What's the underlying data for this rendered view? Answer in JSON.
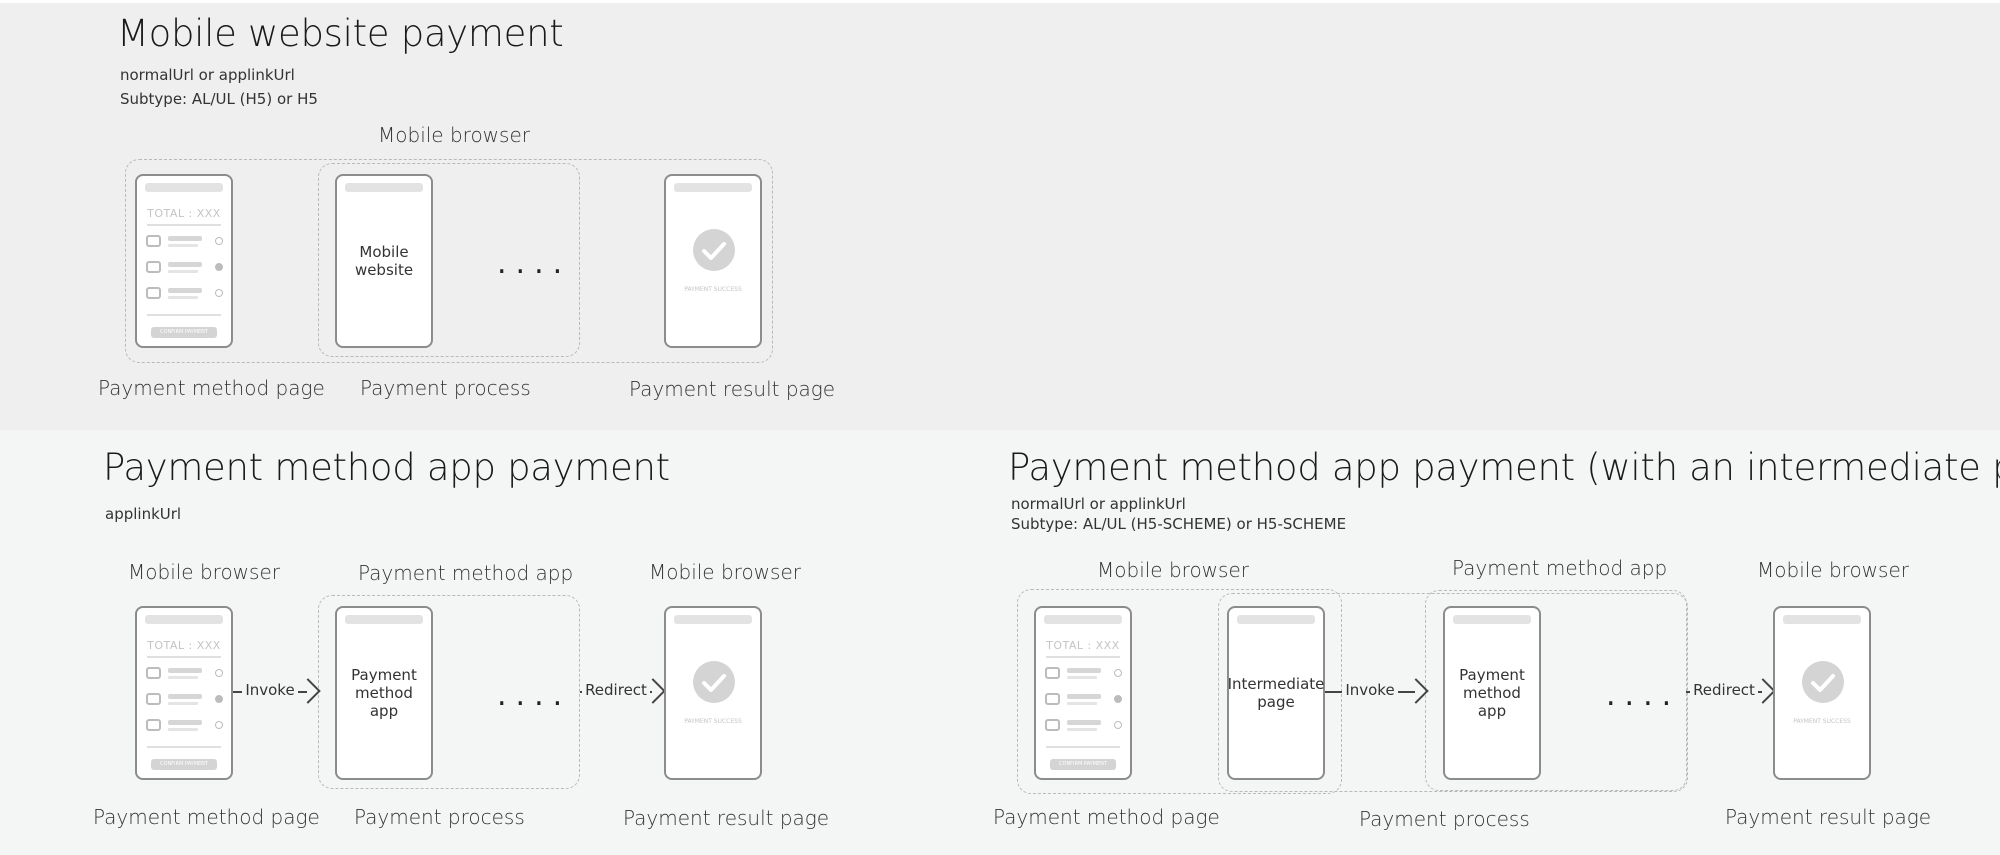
{
  "section1": {
    "title": "Mobile website payment",
    "subtitle_line1": "normalUrl or applinkUrl",
    "subtitle_line2": "Subtype: AL/UL (H5) or H5",
    "group_label": "Mobile browser",
    "method_phone": {
      "total": "TOTAL : XXX",
      "button": "CONFIRM PAYMENT"
    },
    "website_phone_line1": "Mobile",
    "website_phone_line2": "website",
    "dots": "....",
    "result_phone_text": "PAYMENT SUCCESS",
    "label_method": "Payment method page",
    "label_process": "Payment process",
    "label_result": "Payment result page"
  },
  "section2": {
    "title": "Payment method app payment",
    "subtitle_line1": "applinkUrl",
    "group_browser_left": "Mobile browser",
    "group_app": "Payment method app",
    "group_browser_right": "Mobile browser",
    "method_phone": {
      "total": "TOTAL : XXX",
      "button": "CONFIRM PAYMENT"
    },
    "invoke": "Invoke",
    "app_phone_line1": "Payment",
    "app_phone_line2": "method",
    "app_phone_line3": "app",
    "dots": "....",
    "redirect": "Redirect",
    "result_phone_text": "PAYMENT SUCCESS",
    "label_method": "Payment method page",
    "label_process": "Payment process",
    "label_result": "Payment result page"
  },
  "section3": {
    "title": "Payment method app payment (with an intermediate page)",
    "subtitle_line1": "normalUrl or applinkUrl",
    "subtitle_line2": "Subtype: AL/UL (H5-SCHEME) or H5-SCHEME",
    "group_browser_left": "Mobile browser",
    "group_app": "Payment method app",
    "group_browser_right": "Mobile browser",
    "method_phone": {
      "total": "TOTAL : XXX",
      "button": "CONFIRM PAYMENT"
    },
    "intermediate_line1": "Intermediate",
    "intermediate_line2": "page",
    "invoke": "Invoke",
    "app_phone_line1": "Payment",
    "app_phone_line2": "method",
    "app_phone_line3": "app",
    "dots": "....",
    "redirect": "Redirect",
    "result_phone_text": "PAYMENT SUCCESS",
    "label_method": "Payment method page",
    "label_process": "Payment process",
    "label_result": "Payment result page"
  }
}
